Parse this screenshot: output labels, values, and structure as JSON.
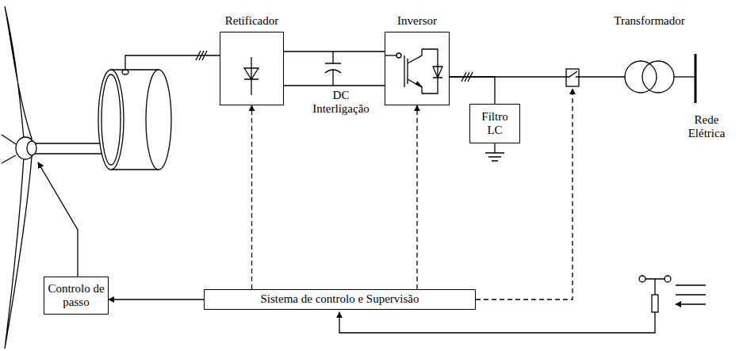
{
  "diagram": {
    "nodes": [
      {
        "text": [
          "Retificador"
        ]
      },
      {
        "text": [
          "Inversor"
        ]
      },
      {
        "text": [
          "Filtro LC"
        ]
      },
      {
        "text": [
          "Transformador"
        ]
      },
      {
        "text": [
          "Controlo de passo"
        ]
      },
      {
        "text": [
          "Sistema de controlo e Supervisão"
        ]
      }
    ],
    "edges": [
      {
        "from": 0,
        "to": 1,
        "arrow": "none"
      },
      {
        "from": 1,
        "to": 3,
        "arrow": "none"
      },
      {
        "from": 1,
        "to": 2,
        "arrow": "none"
      },
      {
        "from": 5,
        "to": 4,
        "arrow": "to"
      },
      {
        "from": 5,
        "to": 0,
        "arrow": "to"
      },
      {
        "from": 5,
        "to": 1,
        "arrow": "to"
      }
    ],
    "labels": [
      "DC Interligação",
      "Rede Elétrica"
    ]
  }
}
